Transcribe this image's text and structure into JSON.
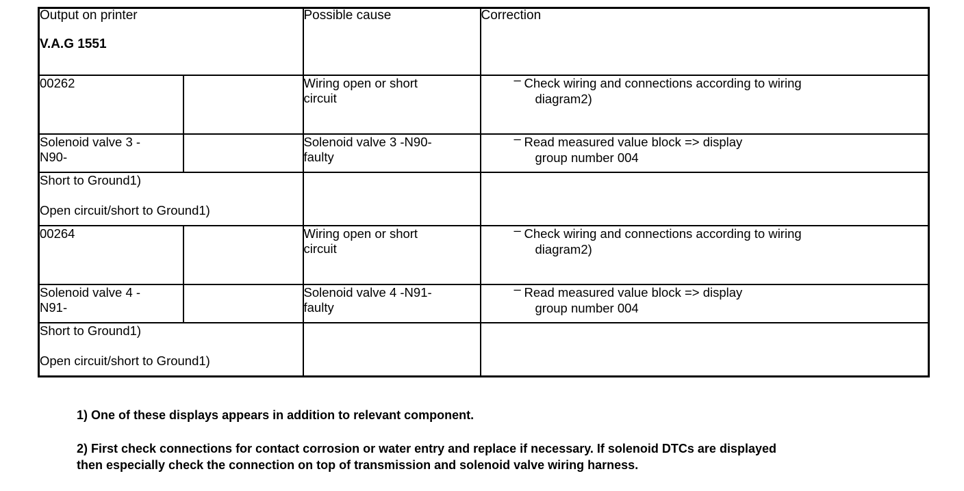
{
  "table": {
    "headers": {
      "col1_line1": "Output on printer",
      "col1_line2": "V.A.G 1551",
      "col2": "Possible cause",
      "col3": "Correction"
    },
    "rows": [
      {
        "type": "split",
        "output_code": "00262",
        "output_blank": "",
        "cause_l1": "Wiring open or short",
        "cause_l2": "circuit",
        "correction_dash": "–",
        "correction_l1": "Check wiring and connections according to wiring",
        "correction_l2": "diagram2)"
      },
      {
        "type": "split",
        "output_l1": "Solenoid valve 3 -",
        "output_l2": "N90-",
        "output_blank": "",
        "cause_l1": "Solenoid valve 3 -N90-",
        "cause_l2": "faulty",
        "correction_dash": "–",
        "correction_l1": "Read measured value block => display",
        "correction_l2": "group number 004"
      },
      {
        "type": "merged",
        "output_l1": "Short to Ground1)",
        "output_l2": "Open circuit/short to Ground1)",
        "cause": "",
        "correction": ""
      },
      {
        "type": "split",
        "output_code": "00264",
        "output_blank": "",
        "cause_l1": "Wiring open or short",
        "cause_l2": "circuit",
        "correction_dash": "–",
        "correction_l1": "Check wiring and connections according to wiring",
        "correction_l2": "diagram2)"
      },
      {
        "type": "split",
        "output_l1": "Solenoid valve 4 -",
        "output_l2": "N91-",
        "output_blank": "",
        "cause_l1": "Solenoid valve 4 -N91-",
        "cause_l2": "faulty",
        "correction_dash": "–",
        "correction_l1": "Read measured value block => display",
        "correction_l2": "group number 004"
      },
      {
        "type": "merged",
        "output_l1": "Short to Ground1)",
        "output_l2": "Open circuit/short to Ground1)",
        "cause": "",
        "correction": ""
      }
    ]
  },
  "footnotes": [
    {
      "line1": "1) One of these displays appears in addition to relevant component.",
      "line2": ""
    },
    {
      "line1": "2) First check connections for contact corrosion or water entry and replace if necessary. If solenoid DTCs are displayed",
      "line2": "then especially check the connection on top of transmission and solenoid valve wiring harness."
    }
  ]
}
